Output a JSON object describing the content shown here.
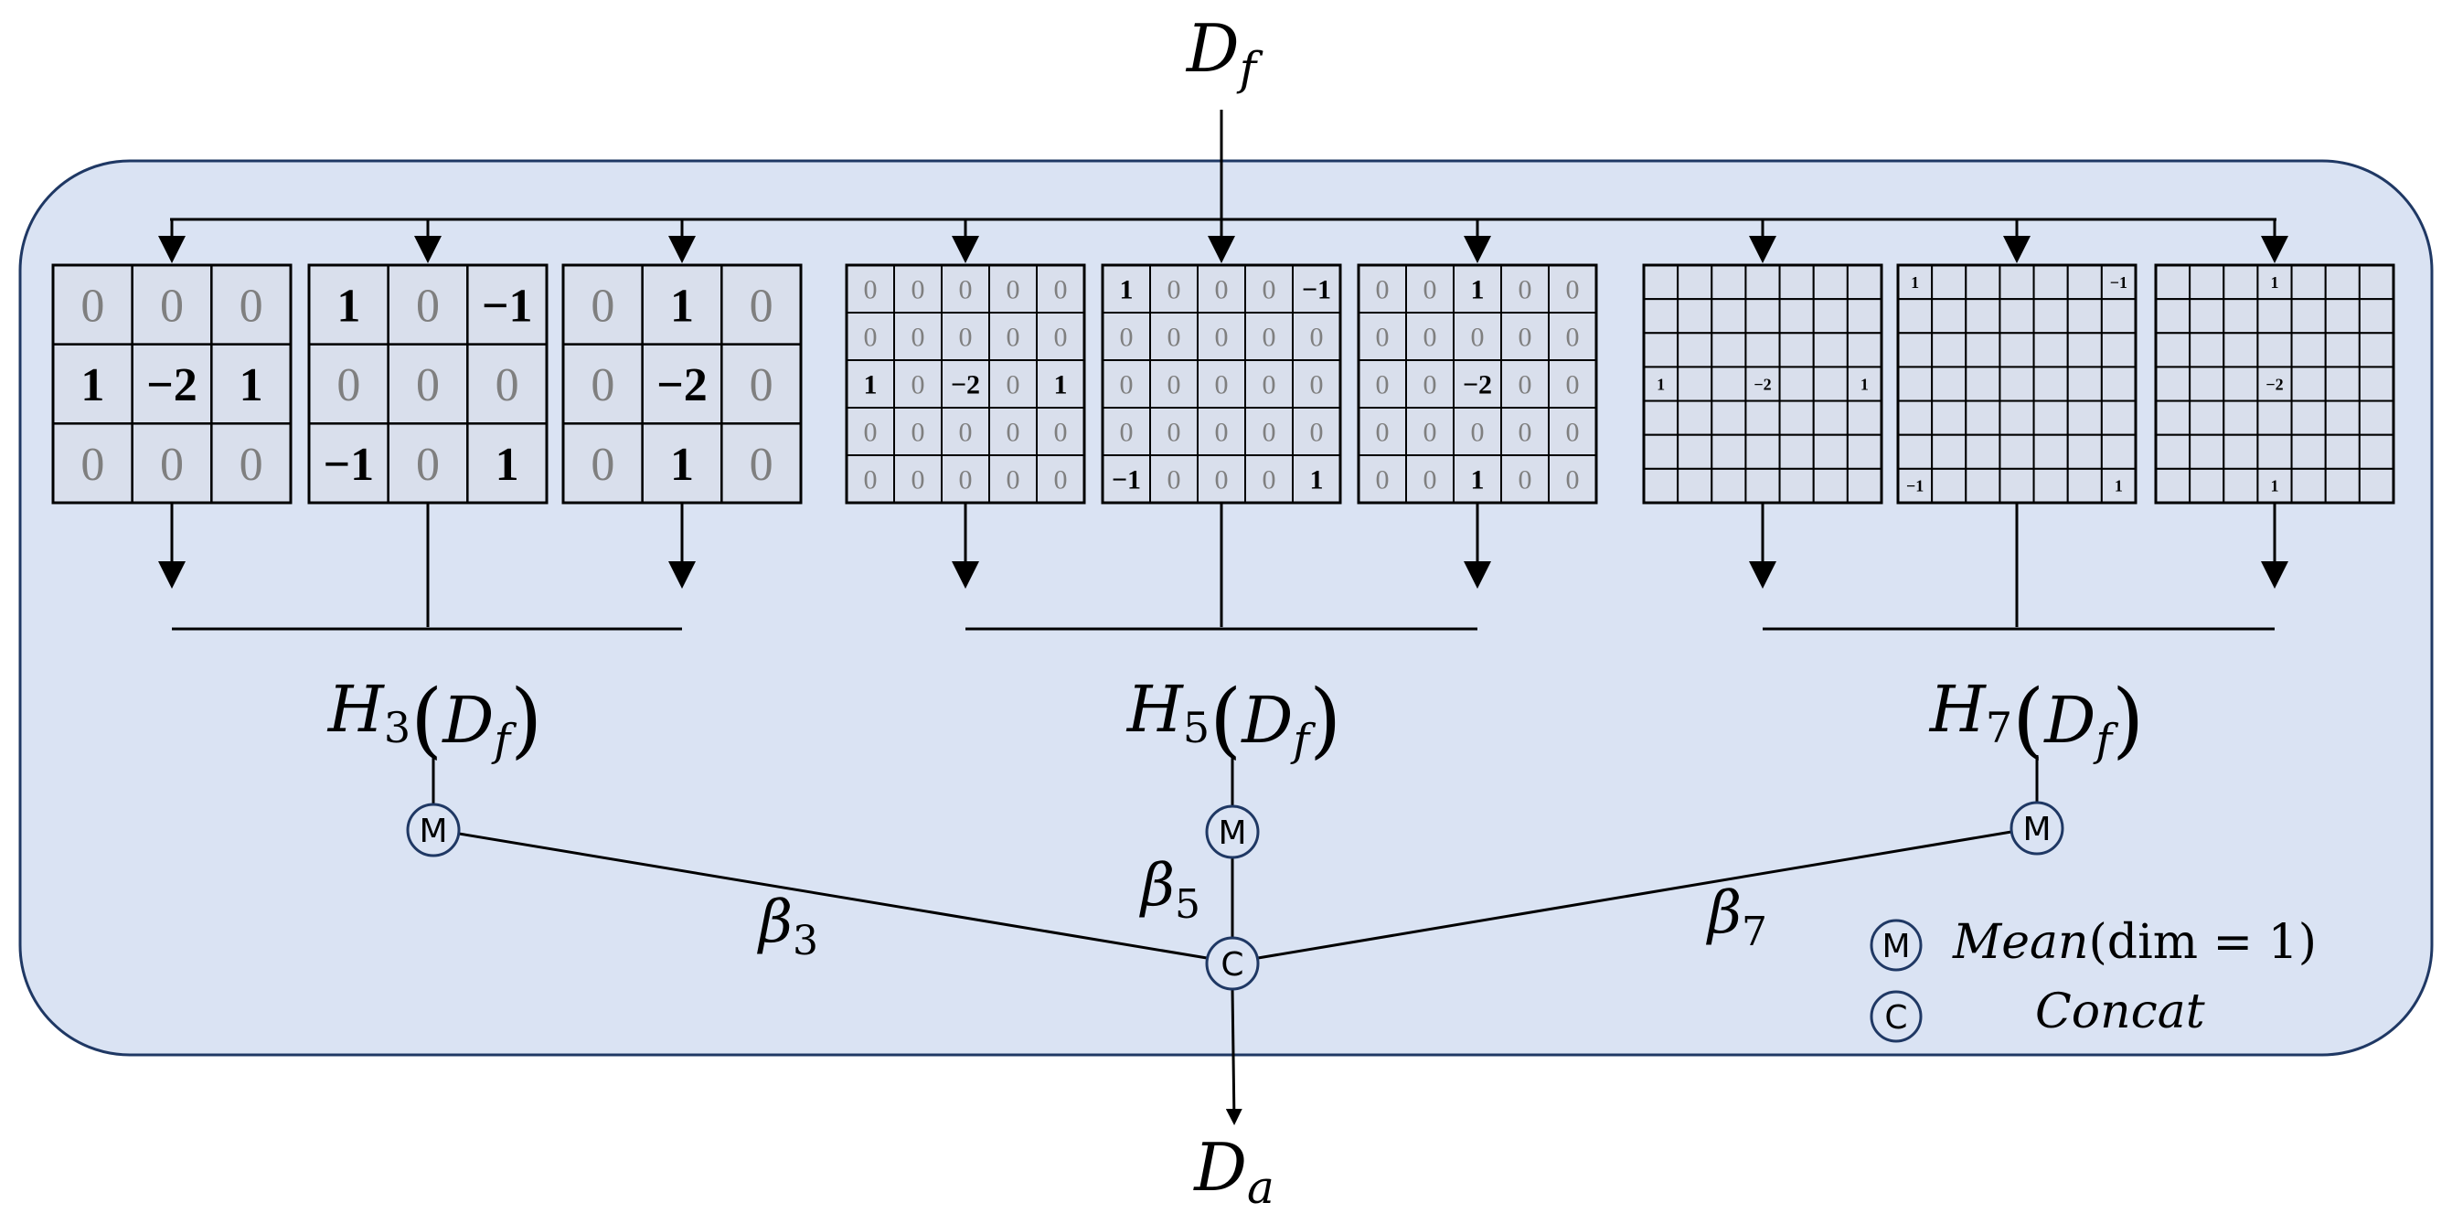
{
  "input": {
    "symbol": "D",
    "subscript": "f"
  },
  "output": {
    "symbol": "D",
    "subscript": "a"
  },
  "groups": [
    {
      "id": "3",
      "label": {
        "symbol": "H",
        "index": "3",
        "arg_symbol": "D",
        "arg_subscript": "f"
      },
      "beta": {
        "symbol": "β",
        "index": "3"
      },
      "kernels": [
        [
          [
            "0",
            "0",
            "0"
          ],
          [
            "1",
            "−2",
            "1"
          ],
          [
            "0",
            "0",
            "0"
          ]
        ],
        [
          [
            "1",
            "0",
            "−1"
          ],
          [
            "0",
            "0",
            "0"
          ],
          [
            "−1",
            "0",
            "1"
          ]
        ],
        [
          [
            "0",
            "1",
            "0"
          ],
          [
            "0",
            "−2",
            "0"
          ],
          [
            "0",
            "1",
            "0"
          ]
        ]
      ]
    },
    {
      "id": "5",
      "label": {
        "symbol": "H",
        "index": "5",
        "arg_symbol": "D",
        "arg_subscript": "f"
      },
      "beta": {
        "symbol": "β",
        "index": "5"
      },
      "kernels": [
        [
          [
            "0",
            "0",
            "0",
            "0",
            "0"
          ],
          [
            "0",
            "0",
            "0",
            "0",
            "0"
          ],
          [
            "1",
            "0",
            "−2",
            "0",
            "1"
          ],
          [
            "0",
            "0",
            "0",
            "0",
            "0"
          ],
          [
            "0",
            "0",
            "0",
            "0",
            "0"
          ]
        ],
        [
          [
            "1",
            "0",
            "0",
            "0",
            "−1"
          ],
          [
            "0",
            "0",
            "0",
            "0",
            "0"
          ],
          [
            "0",
            "0",
            "0",
            "0",
            "0"
          ],
          [
            "0",
            "0",
            "0",
            "0",
            "0"
          ],
          [
            "−1",
            "0",
            "0",
            "0",
            "1"
          ]
        ],
        [
          [
            "0",
            "0",
            "1",
            "0",
            "0"
          ],
          [
            "0",
            "0",
            "0",
            "0",
            "0"
          ],
          [
            "0",
            "0",
            "−2",
            "0",
            "0"
          ],
          [
            "0",
            "0",
            "0",
            "0",
            "0"
          ],
          [
            "0",
            "0",
            "1",
            "0",
            "0"
          ]
        ]
      ]
    },
    {
      "id": "7",
      "label": {
        "symbol": "H",
        "index": "7",
        "arg_symbol": "D",
        "arg_subscript": "f"
      },
      "beta": {
        "symbol": "β",
        "index": "7"
      },
      "kernels": [
        [
          [
            "",
            "",
            "",
            "",
            "",
            "",
            ""
          ],
          [
            "",
            "",
            "",
            "",
            "",
            "",
            ""
          ],
          [
            "",
            "",
            "",
            "",
            "",
            "",
            ""
          ],
          [
            "1",
            "",
            "",
            "−2",
            "",
            "",
            "1"
          ],
          [
            "",
            "",
            "",
            "",
            "",
            "",
            ""
          ],
          [
            "",
            "",
            "",
            "",
            "",
            "",
            ""
          ],
          [
            "",
            "",
            "",
            "",
            "",
            "",
            ""
          ]
        ],
        [
          [
            "1",
            "",
            "",
            "",
            "",
            "",
            "−1"
          ],
          [
            "",
            "",
            "",
            "",
            "",
            "",
            ""
          ],
          [
            "",
            "",
            "",
            "",
            "",
            "",
            ""
          ],
          [
            "",
            "",
            "",
            "",
            "",
            "",
            ""
          ],
          [
            "",
            "",
            "",
            "",
            "",
            "",
            ""
          ],
          [
            "",
            "",
            "",
            "",
            "",
            "",
            ""
          ],
          [
            "−1",
            "",
            "",
            "",
            "",
            "",
            "1"
          ]
        ],
        [
          [
            "",
            "",
            "",
            "1",
            "",
            "",
            ""
          ],
          [
            "",
            "",
            "",
            "",
            "",
            "",
            ""
          ],
          [
            "",
            "",
            "",
            "",
            "",
            "",
            ""
          ],
          [
            "",
            "",
            "",
            "−2",
            "",
            "",
            ""
          ],
          [
            "",
            "",
            "",
            "",
            "",
            "",
            ""
          ],
          [
            "",
            "",
            "",
            "",
            "",
            "",
            ""
          ],
          [
            "",
            "",
            "",
            "1",
            "",
            "",
            ""
          ]
        ]
      ]
    }
  ],
  "nodes": {
    "mean_symbol": "M",
    "concat_symbol": "C"
  },
  "legend": {
    "mean_label": "Mean",
    "mean_args": "(dim = 1)",
    "concat_label": "Concat"
  },
  "colors": {
    "panel_fill": "#dae3f3",
    "panel_border": "#1f3864",
    "cell_fill": "#d9dfec",
    "line": "#000000",
    "zero_text": "#7f7f7f",
    "value_text": "#000000"
  }
}
